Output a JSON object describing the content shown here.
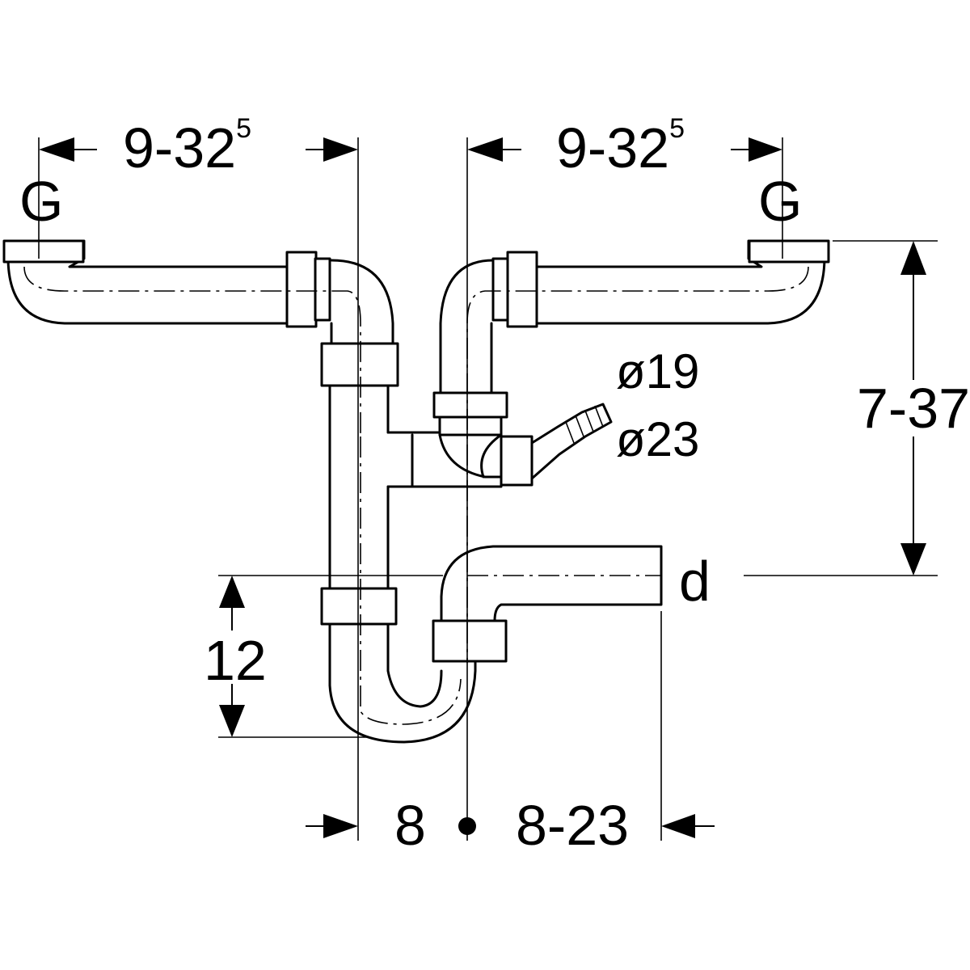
{
  "labels": {
    "top_left_width": {
      "main": "9-32",
      "sup": "5"
    },
    "top_right_width": {
      "main": "9-32",
      "sup": "5"
    },
    "g_left": "G",
    "g_right": "G",
    "hose_inner_dia": "ø19",
    "hose_outer_dia": "ø23",
    "height_range": "7-37",
    "outlet": "d",
    "trap_height": "12",
    "bottom_left": "8",
    "bottom_right": "8-23"
  },
  "colors": {
    "line": "#000000",
    "background": "#ffffff"
  }
}
